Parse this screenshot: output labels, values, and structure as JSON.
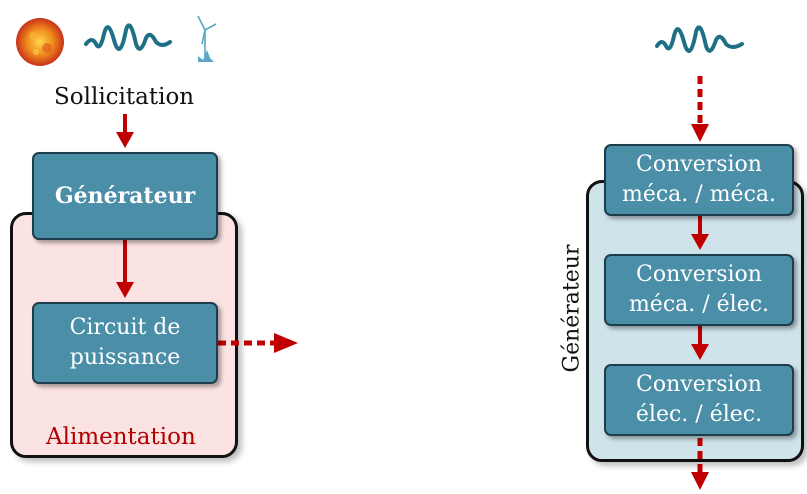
{
  "left": {
    "input_label": "Sollicitation",
    "generator_label": "Générateur",
    "circuit_label_line1": "Circuit de",
    "circuit_label_line2": "puissance",
    "panel_label": "Alimentation",
    "icons": [
      "sun-icon",
      "wave-icon",
      "wind-turbine-icon"
    ]
  },
  "right": {
    "side_label": "Générateur",
    "conversions": [
      {
        "line1": "Conversion",
        "line2": "méca. / méca."
      },
      {
        "line1": "Conversion",
        "line2": "méca. / élec."
      },
      {
        "line1": "Conversion",
        "line2": "élec. / élec."
      }
    ],
    "icons": [
      "wave-icon"
    ]
  },
  "colors": {
    "box_fill": "#4a8ea8",
    "arrow_red": "#c00000",
    "panel_red": "#fbe3e3",
    "panel_blue": "#cfe3eb",
    "wave": "#1f6f86"
  }
}
